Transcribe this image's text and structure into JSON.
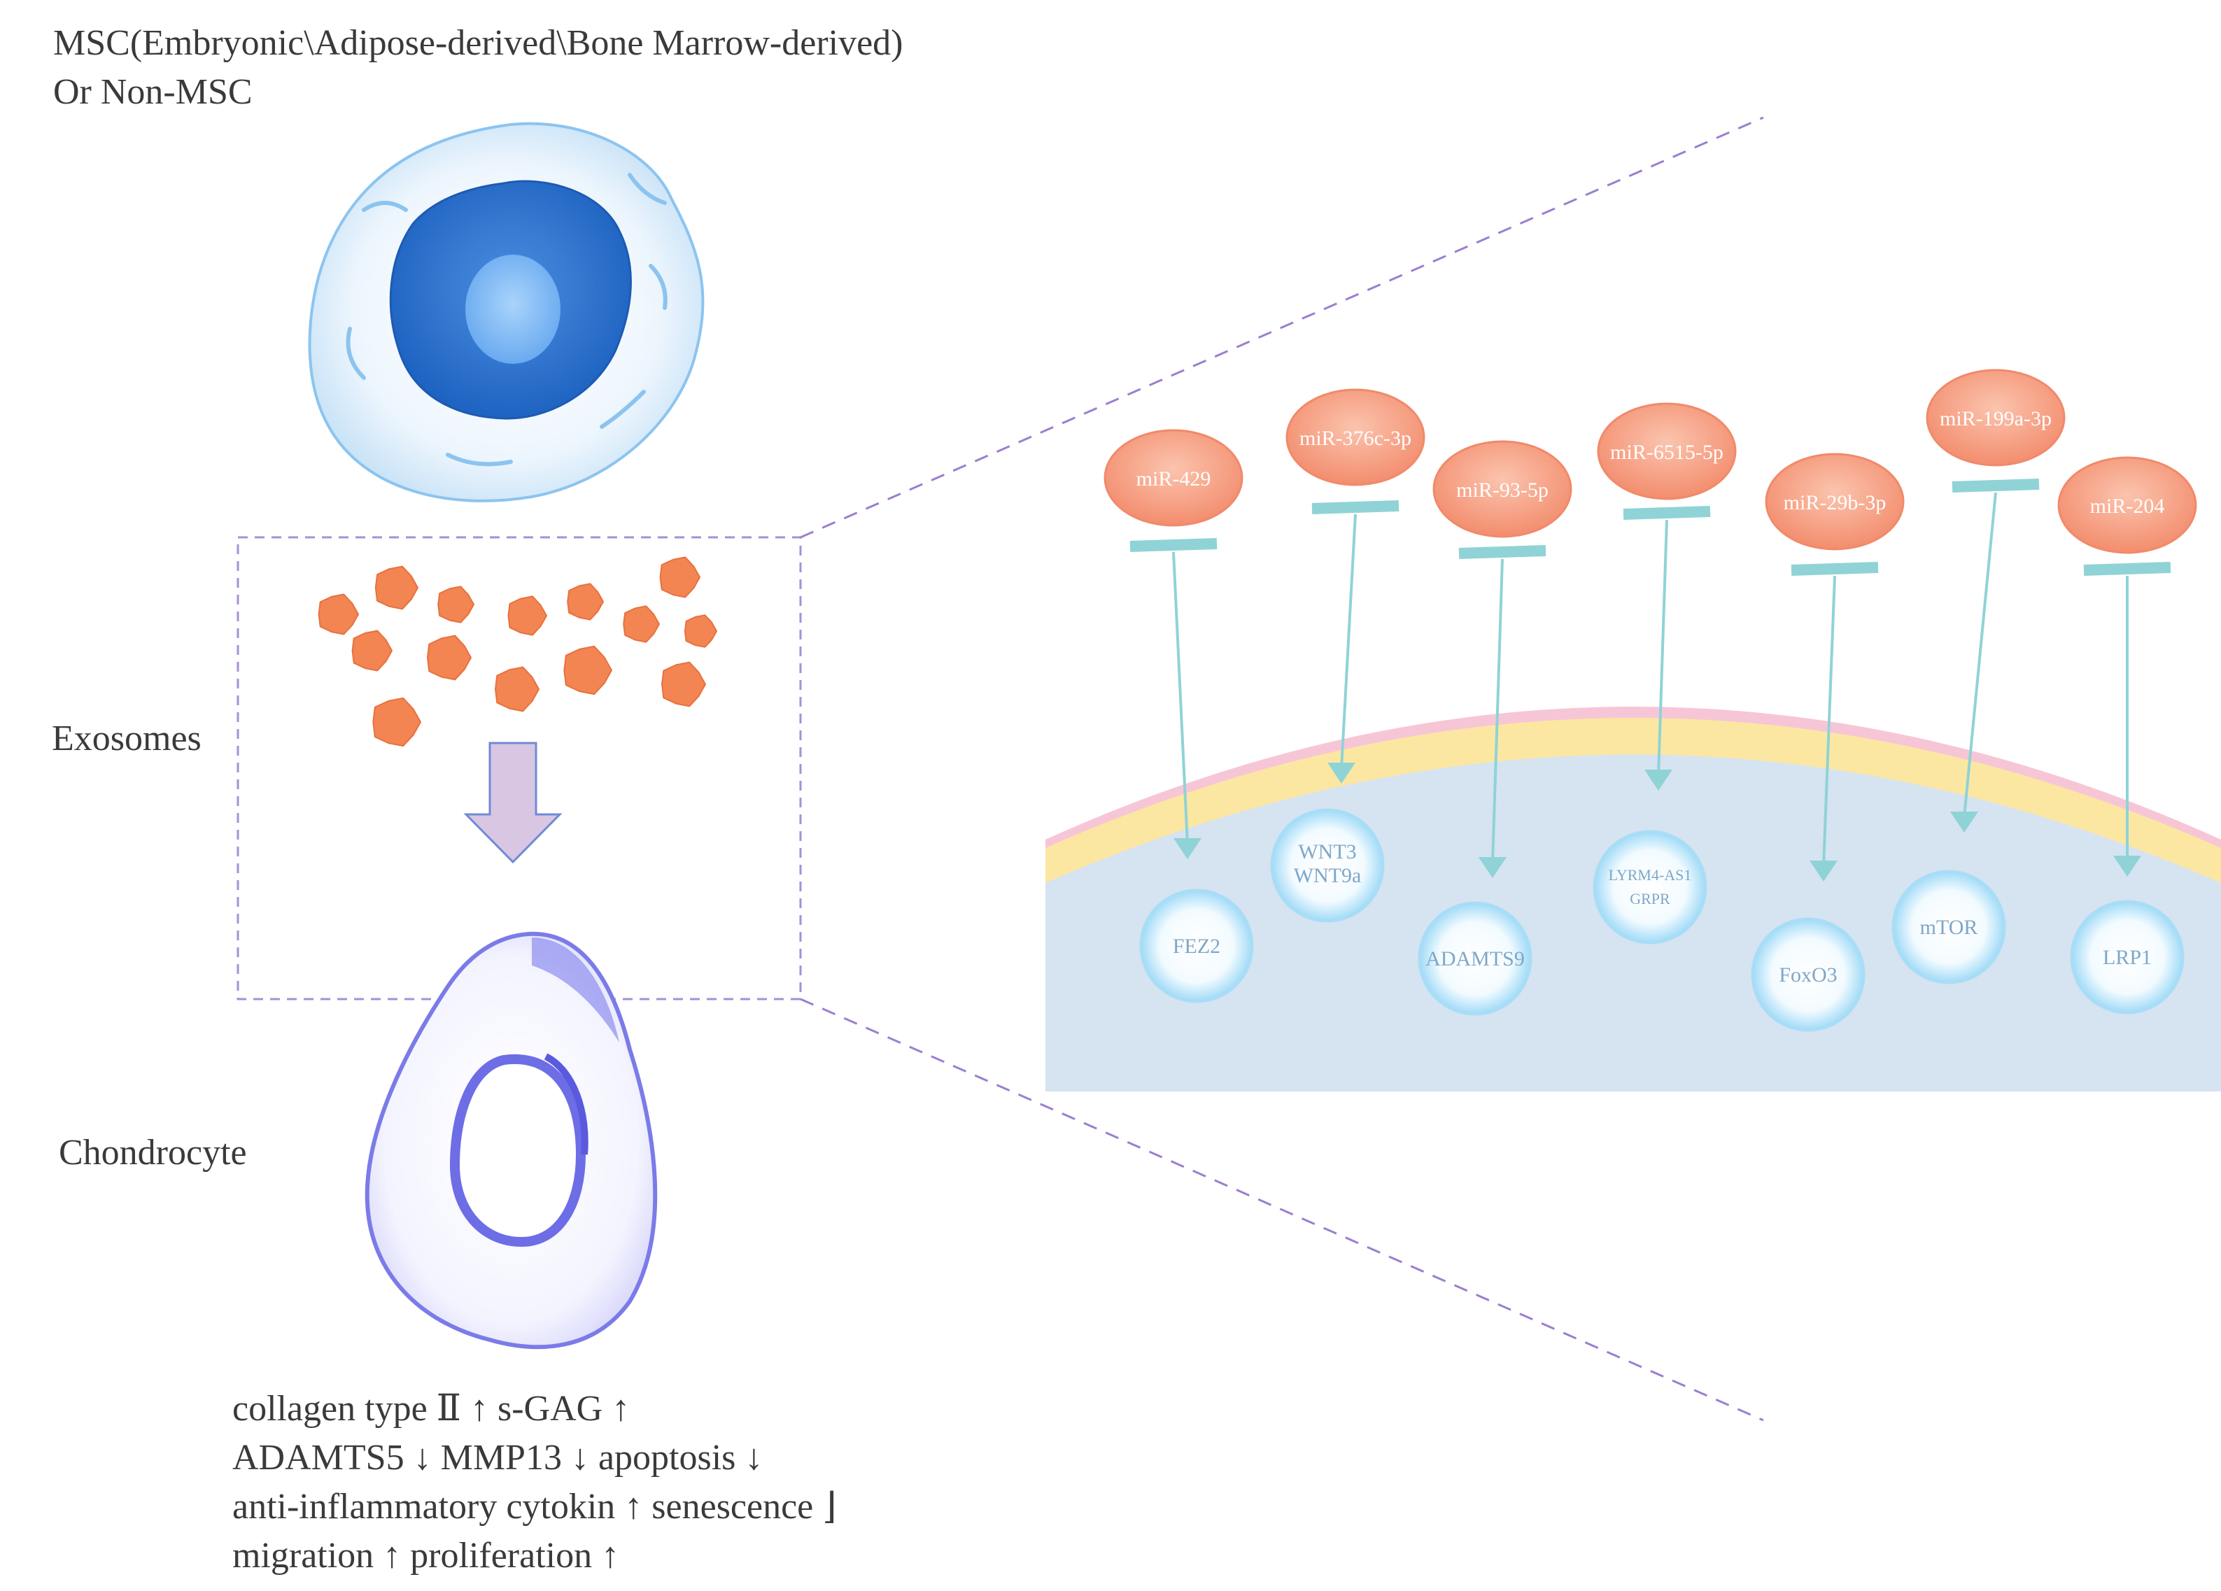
{
  "title": {
    "line1": "MSC(Embryonic\\Adipose-derived\\Bone Marrow-derived)",
    "line2": "Or Non-MSC"
  },
  "labels": {
    "exosomes": "Exosomes",
    "chondrocyte": "Chondrocyte"
  },
  "effects": [
    "collagen type Ⅱ ↑ s-GAG ↑",
    "ADAMTS5 ↓ MMP13 ↓ apoptosis ↓",
    "anti-inflammatory cytokin ↑ senescence ⌋",
    "migration ↑ proliferation ↑"
  ],
  "pathways": [
    {
      "mirna": "miR-429",
      "targets": [
        "FEZ2"
      ]
    },
    {
      "mirna": "miR-376c-3p",
      "targets": [
        "WNT3",
        "WNT9a"
      ]
    },
    {
      "mirna": "miR-93-5p",
      "targets": [
        "ADAMTS9"
      ]
    },
    {
      "mirna": "miR-6515-5p",
      "targets": [
        "LYRM4-AS1",
        "GRPR"
      ]
    },
    {
      "mirna": "miR-29b-3p",
      "targets": [
        "FoxO3"
      ]
    },
    {
      "mirna": "miR-199a-3p",
      "targets": [
        "mTOR"
      ]
    },
    {
      "mirna": "miR-204",
      "targets": [
        "LRP1"
      ]
    }
  ],
  "colors": {
    "mirna_fill": "#f7a58a",
    "mirna_text": "#ffffff",
    "inhibit_line": "#8fd3d6",
    "target_circle": "#bfe8fb",
    "target_text": "#7ea7c9",
    "cytoplasm": "#d6e3f1",
    "membrane_yellow": "#fbe7a2",
    "membrane_pink": "#f7c6d6",
    "exosome": "#f28552",
    "nucleus": "#2f74d0",
    "chondrocyte": "#7b7be8",
    "dashed_line": "#9b7fd0",
    "down_arrow": "#d9c6e3"
  }
}
